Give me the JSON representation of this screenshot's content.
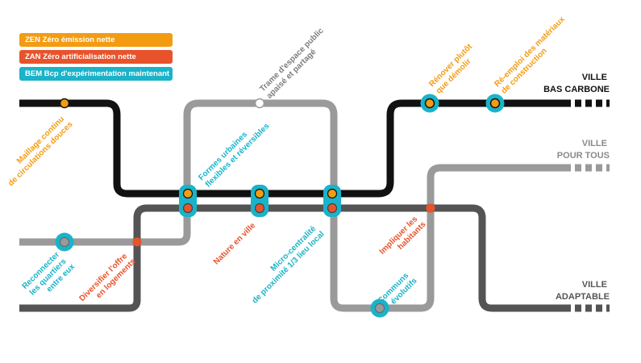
{
  "colors": {
    "orange": "#f39c12",
    "red": "#e8532b",
    "cyan": "#1ab3c9",
    "black": "#111111",
    "gray_light": "#9a9a9a",
    "gray_mid": "#7d7d7d",
    "gray_dark": "#545454",
    "terminal_black": "#111111",
    "terminal_gray": "#8a8a8a",
    "terminal_dark": "#555555"
  },
  "legend": [
    {
      "label": "ZEN Zéro émission nette",
      "color": "#f39c12"
    },
    {
      "label": "ZAN Zéro artificialisation nette",
      "color": "#e8532b"
    },
    {
      "label": "BEM Bcp d'expérimentation maintenant",
      "color": "#1ab3c9"
    }
  ],
  "terminals": {
    "bas_carbone": [
      "VILLE",
      "BAS CARBONE"
    ],
    "pour_tous": [
      "VILLE",
      "POUR TOUS"
    ],
    "adaptable": [
      "VILLE",
      "ADAPTABLE"
    ]
  },
  "labels": {
    "maillage": [
      "Maillage continu",
      "de circulations douces"
    ],
    "trame": [
      "Trame d'espace public",
      "apaisé et partagé"
    ],
    "renover": [
      "Rénover plutôt",
      "que démolir"
    ],
    "reemploi": [
      "Ré-emploi des matériaux",
      "de construction"
    ],
    "formes": [
      "Formes urbaines",
      "flexibles et réversibles"
    ],
    "reconnecter": [
      "Reconnecter",
      "les quartiers",
      "entre eux"
    ],
    "diversifier": [
      "Diversifier l'offre",
      "en logements"
    ],
    "nature": [
      "Nature en ville"
    ],
    "micro": [
      "Micro-centralité",
      "de proximité 1/3 lieu local"
    ],
    "impliquer": [
      "Impliquer les",
      "habitants"
    ],
    "communs": [
      "Communs",
      "évolutifs"
    ]
  }
}
